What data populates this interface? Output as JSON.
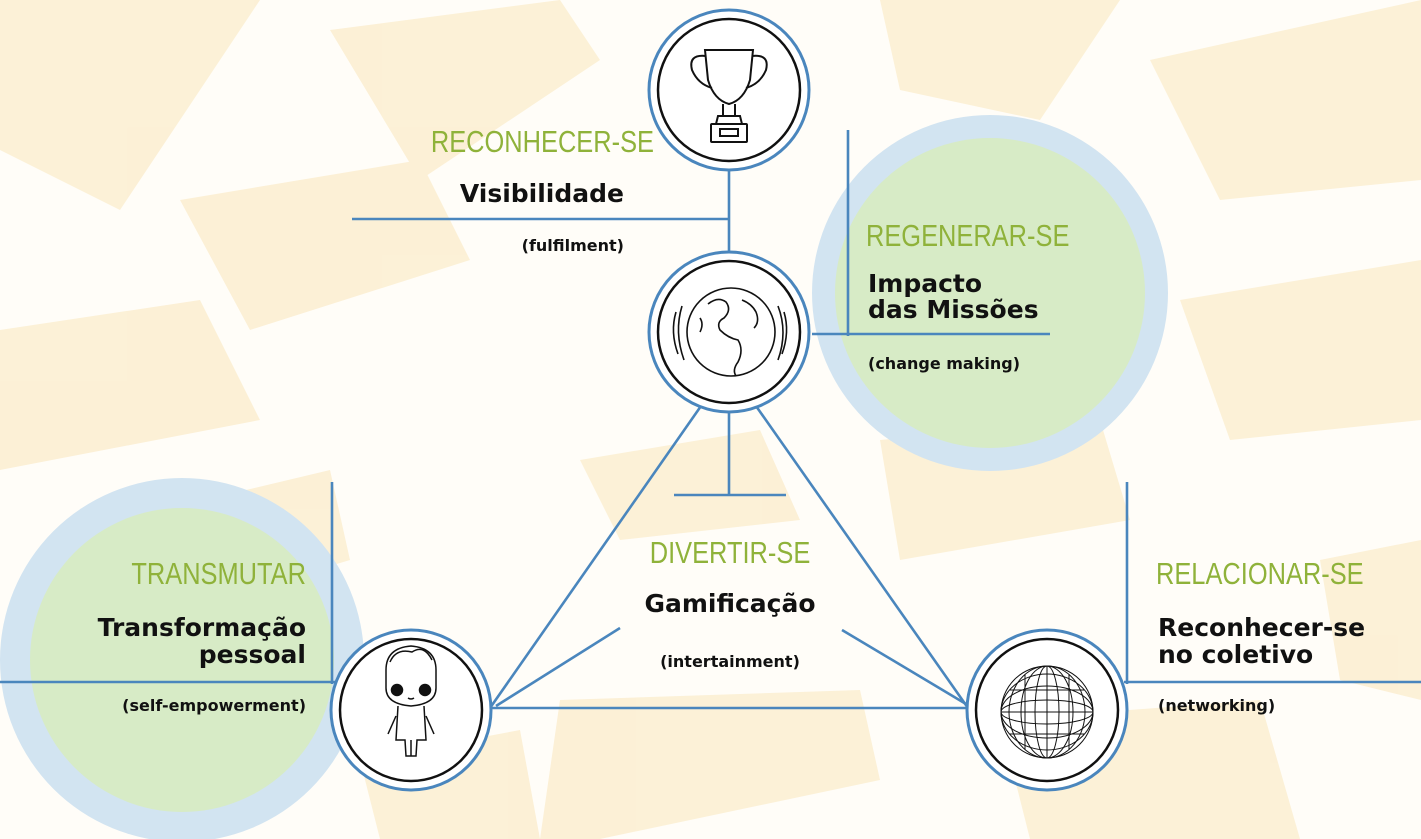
{
  "colors": {
    "line": "#4a86bd",
    "heading": "#8fb23a",
    "halo_outer": "#cfe2f0",
    "halo_inner": "#d8ecc8",
    "background_pattern": "#fdf1d6"
  },
  "nodes": {
    "top": {
      "icon": "trophy-icon"
    },
    "center": {
      "icon": "globe-icon"
    },
    "left": {
      "icon": "cartoon-person-icon"
    },
    "right": {
      "icon": "wireframe-sphere-icon"
    }
  },
  "labels": {
    "reconhecer": {
      "heading": "RECONHECER-SE",
      "title": "Visibilidade",
      "subtitle": "(fulfilment)"
    },
    "regenerar": {
      "heading": "REGENERAR-SE",
      "title_line1": "Impacto",
      "title_line2": "das Missões",
      "subtitle": "(change making)"
    },
    "divertir": {
      "heading": "DIVERTIR-SE",
      "title": "Gamificação",
      "subtitle": "(intertainment)"
    },
    "transmutar": {
      "heading": "TRANSMUTAR",
      "title_line1": "Transformação",
      "title_line2": "pessoal",
      "subtitle": "(self-empowerment)"
    },
    "relacionar": {
      "heading": "RELACIONAR-SE",
      "title_line1": "Reconhecer-se",
      "title_line2": "no coletivo",
      "subtitle": "(networking)"
    }
  }
}
